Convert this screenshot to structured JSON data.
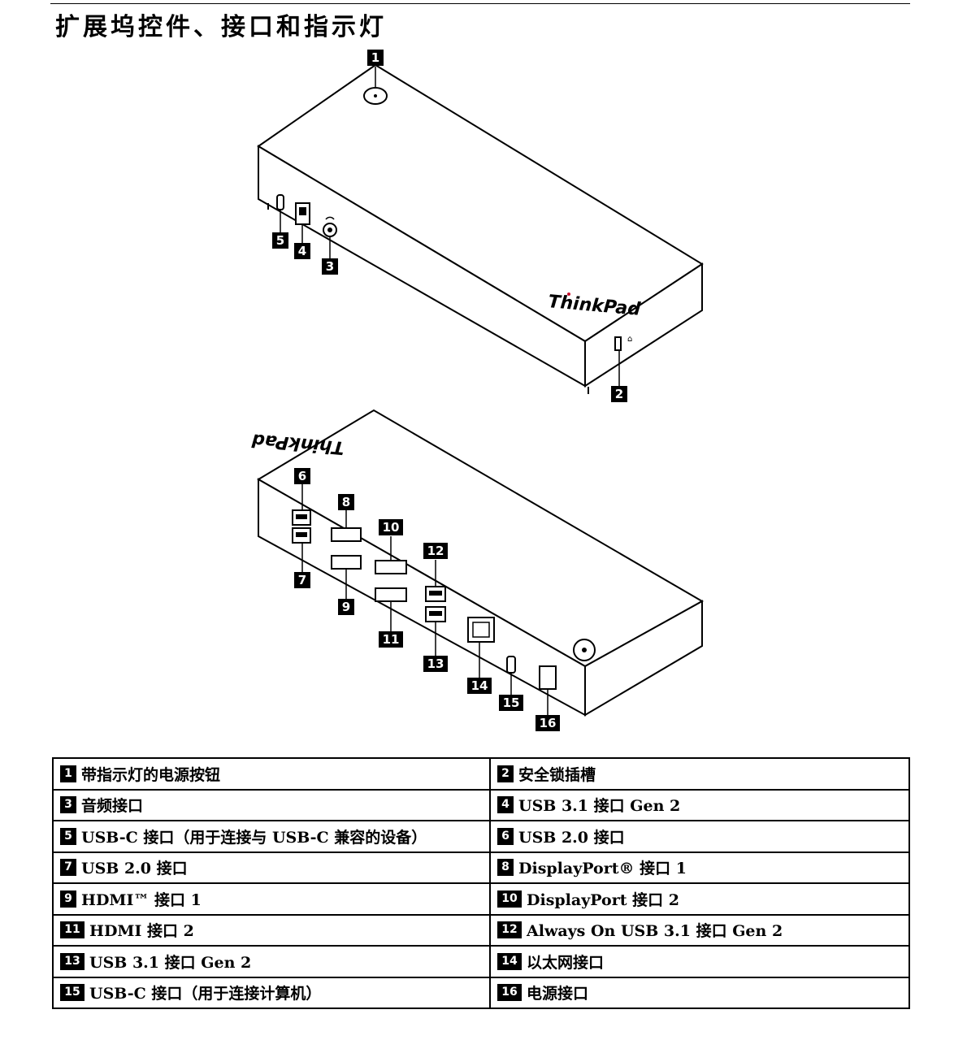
{
  "page": {
    "title": "扩展坞控件、接口和指示灯"
  },
  "illustration_front": {
    "brand_text": "ThinkPad",
    "callouts": [
      "1",
      "2",
      "3",
      "4",
      "5"
    ]
  },
  "illustration_back": {
    "brand_text": "ThinkPad",
    "callouts": [
      "6",
      "7",
      "8",
      "9",
      "10",
      "11",
      "12",
      "13",
      "14",
      "15",
      "16"
    ]
  },
  "legend": [
    {
      "left": {
        "num": "1",
        "label": "带指示灯的电源按钮"
      },
      "right": {
        "num": "2",
        "label": "安全锁插槽"
      }
    },
    {
      "left": {
        "num": "3",
        "label": "音频接口"
      },
      "right": {
        "num": "4",
        "label": "USB 3.1 接口 Gen 2"
      }
    },
    {
      "left": {
        "num": "5",
        "label": "USB-C 接口（用于连接与 USB-C 兼容的设备）"
      },
      "right": {
        "num": "6",
        "label": "USB 2.0 接口"
      }
    },
    {
      "left": {
        "num": "7",
        "label": "USB 2.0 接口"
      },
      "right": {
        "num": "8",
        "label": "DisplayPort® 接口 1"
      }
    },
    {
      "left": {
        "num": "9",
        "label": "HDMI™ 接口 1"
      },
      "right": {
        "num": "10",
        "label": "DisplayPort 接口 2"
      }
    },
    {
      "left": {
        "num": "11",
        "label": "HDMI 接口 2"
      },
      "right": {
        "num": "12",
        "label": "Always On USB 3.1 接口 Gen 2"
      }
    },
    {
      "left": {
        "num": "13",
        "label": "USB 3.1 接口 Gen 2"
      },
      "right": {
        "num": "14",
        "label": "以太网接口"
      }
    },
    {
      "left": {
        "num": "15",
        "label": "USB-C 接口（用于连接计算机）"
      },
      "right": {
        "num": "16",
        "label": "电源接口"
      }
    }
  ]
}
